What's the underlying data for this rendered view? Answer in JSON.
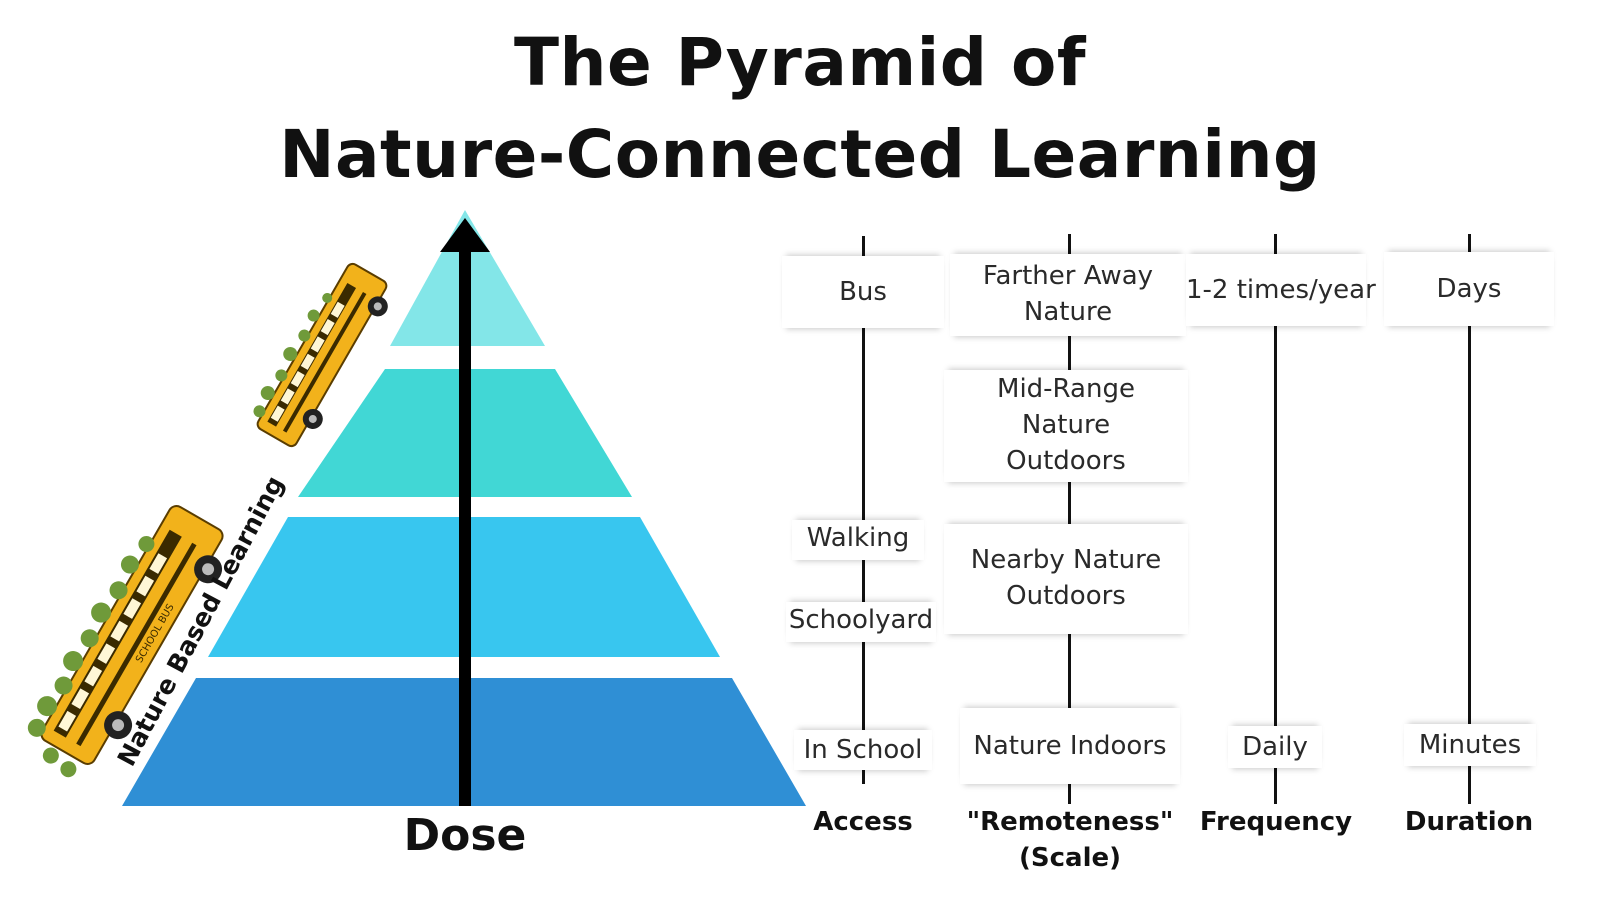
{
  "title": {
    "line1": "The Pyramid of",
    "line2": "Nature-Connected Learning"
  },
  "pyramid": {
    "tiers": [
      {
        "color": "#83e6e8"
      },
      {
        "color": "#41d7d5"
      },
      {
        "color": "#38c6ef"
      },
      {
        "color": "#2f8fd5"
      }
    ],
    "arrow_color": "#000000",
    "axis_label": "Dose",
    "side_label": "Nature Based Learning",
    "bus_icon_upper": "school-bus-with-plants",
    "bus_icon_lower": "school-bus-with-plants",
    "bus_label": "SCHOOL BUS"
  },
  "columns": [
    {
      "header": "Access",
      "labels": [
        "Bus",
        "Walking",
        "Schoolyard",
        "In School"
      ]
    },
    {
      "header_line1": "\"Remoteness\"",
      "header_line2": "(Scale)",
      "labels": [
        [
          "Farther Away",
          "Nature"
        ],
        [
          "Mid-Range",
          "Nature",
          "Outdoors"
        ],
        [
          "Nearby Nature",
          "Outdoors"
        ],
        [
          "Nature Indoors"
        ]
      ]
    },
    {
      "header": "Frequency",
      "labels": [
        "1-2 times/year",
        "Daily"
      ]
    },
    {
      "header": "Duration",
      "labels": [
        "Days",
        "Minutes"
      ]
    }
  ]
}
